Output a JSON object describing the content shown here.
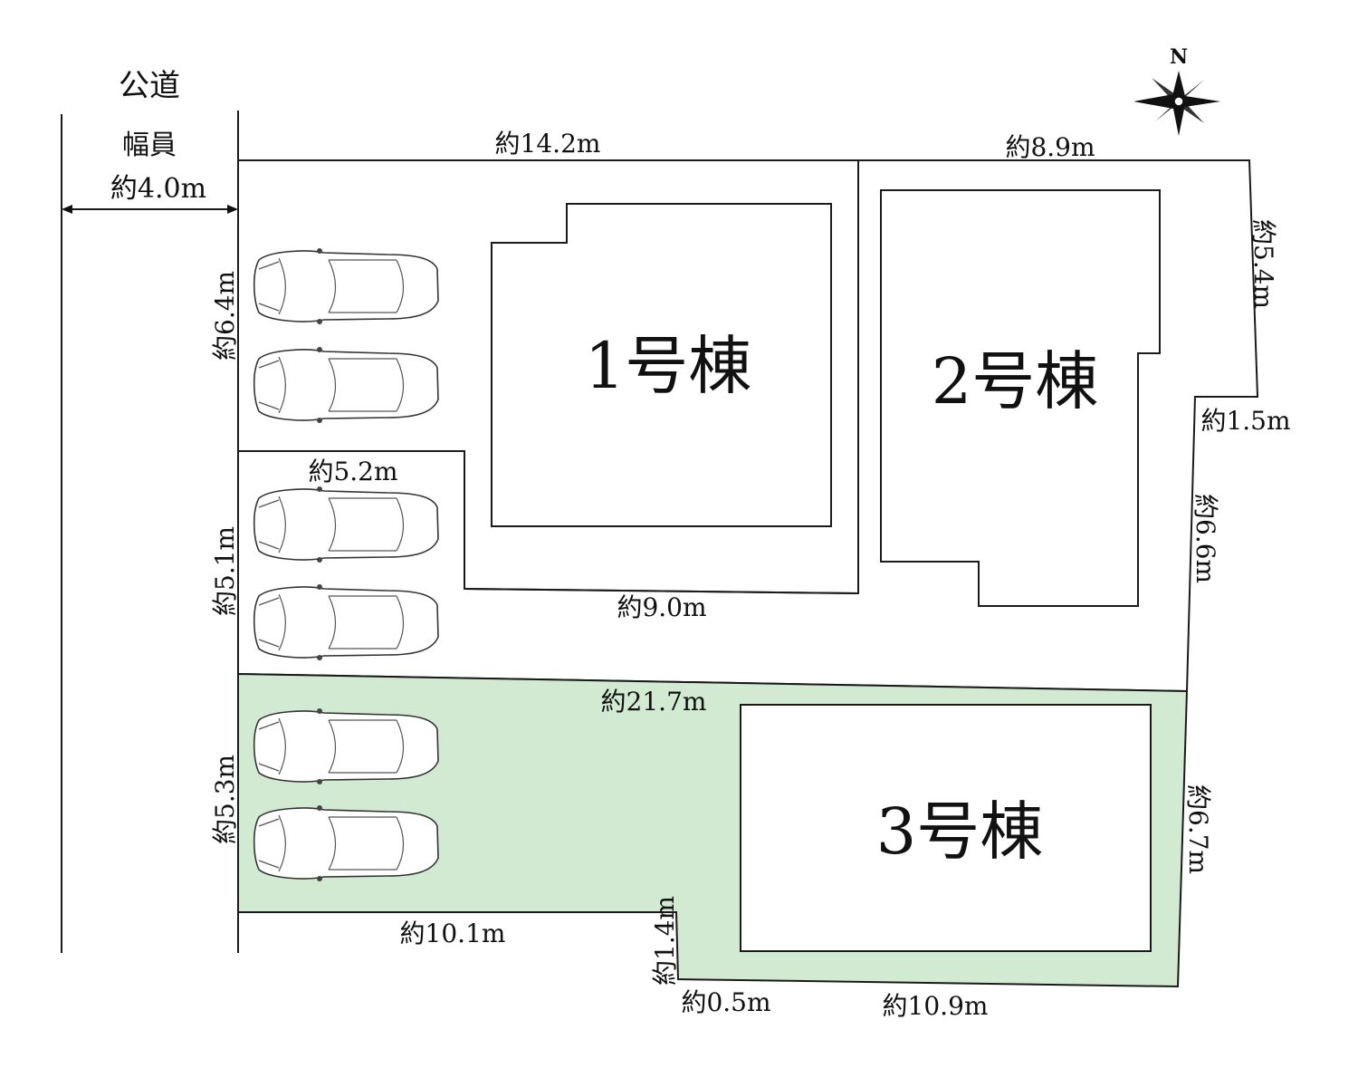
{
  "road": {
    "name": "公道",
    "width_caption": "幅員",
    "width_value": "約4.0m"
  },
  "compass": {
    "label": "N"
  },
  "buildings": [
    {
      "label": "1号棟"
    },
    {
      "label": "2号棟"
    },
    {
      "label": "3号棟"
    }
  ],
  "dimensions": {
    "top_left": "約14.2m",
    "top_right": "約8.9m",
    "right_upper": "約5.4m",
    "right_step": "約1.5m",
    "right_middle": "約6.6m",
    "right_lower": "約6.7m",
    "left_upper": "約6.4m",
    "left_middle": "約5.1m",
    "left_lower": "約5.3m",
    "inner_top": "約5.2m",
    "inner_bottom": "約9.0m",
    "lot3_top": "約21.7m",
    "bottom_left": "約10.1m",
    "bottom_step_vertical": "約1.4m",
    "bottom_step_horizontal": "約0.5m",
    "bottom_right": "約10.9m"
  },
  "colors": {
    "lot3_fill": "#d3ead2",
    "line": "#1a1a1a"
  }
}
